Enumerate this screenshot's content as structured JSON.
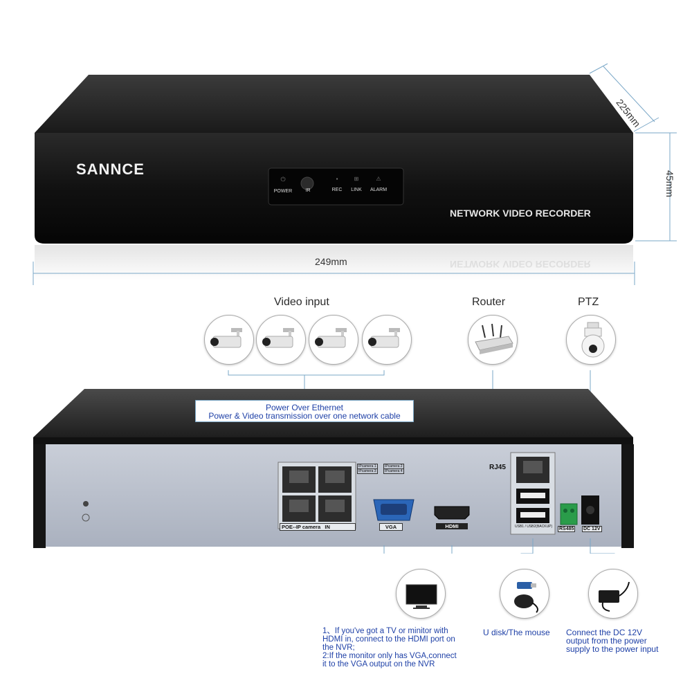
{
  "front": {
    "brand": "SANNCE",
    "panel_label": "NETWORK VIDEO RECORDER",
    "reflection_text": "NETWORK VIDEO RECORDER",
    "indicators": [
      {
        "label": "POWER",
        "icon": "power-icon"
      },
      {
        "label": "IR",
        "icon": "ir-sensor-icon"
      },
      {
        "label": "REC",
        "icon": "camera-icon"
      },
      {
        "label": "LINK",
        "icon": "network-icon"
      },
      {
        "label": "ALARM",
        "icon": "warning-icon"
      }
    ]
  },
  "dimensions": {
    "width": "249mm",
    "depth": "225mm",
    "height": "45mm"
  },
  "sections": {
    "video_input": "Video input",
    "router": "Router",
    "ptz": "PTZ"
  },
  "poe_box": {
    "line1": "Power Over Ethernet",
    "line2": "Power & Video transmission over one network cable"
  },
  "rear": {
    "poe_label": "POE--IP camera   IN",
    "ipcamera_labels": [
      "IPcamera 1",
      "IPcamera 2",
      "IPcamera 3",
      "IPcamera 4"
    ],
    "vga_label": "VGA",
    "hdmi_label": "HDMI",
    "rj45_label": "RJ45",
    "usb_label": "USB1 / USB2(BACKUP)",
    "rs485_label": "RS485",
    "dc_label": "DC 12V"
  },
  "captions": {
    "monitor": [
      "1、If you've got a TV or minitor with",
      "HDMI in, connect to the HDMI port on",
      "the NVR;",
      "2:If the monitor only has VGA,connect",
      "it to the VGA output on the NVR"
    ],
    "usb": "U disk/The mouse",
    "power": [
      "Connect the DC 12V",
      "output from the power",
      "supply to the power input"
    ]
  },
  "colors": {
    "accent_line": "#7aa7c7",
    "caption_blue": "#1d3fa6",
    "chassis_dark": "#1c1c1c",
    "rear_panel": "#b9c0cc"
  }
}
